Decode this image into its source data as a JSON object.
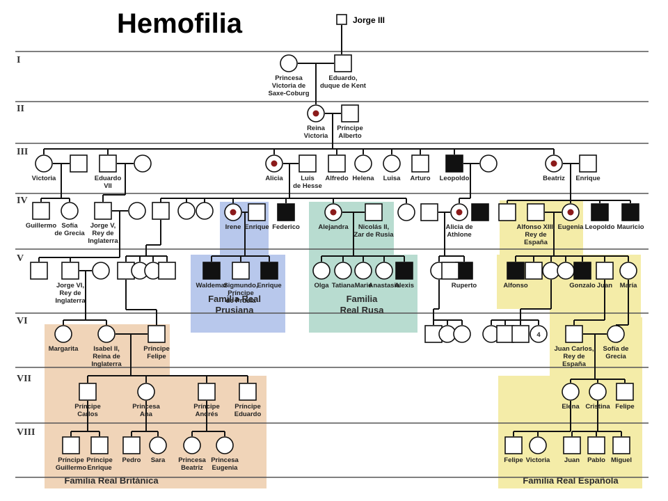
{
  "title": "Hemofilia",
  "legend": {
    "label": "Jorge III"
  },
  "colors": {
    "british_family": "#f0d4b8",
    "prussian_family": "#b8c8ec",
    "russian_family": "#b8dcd0",
    "spanish_family": "#f4eca8",
    "carrier_dot": "#8b1a1a"
  },
  "generations": [
    "I",
    "II",
    "III",
    "IV",
    "V",
    "VI",
    "VII",
    "VIII"
  ],
  "families": {
    "british": [
      "Familia Real Británica"
    ],
    "prussian": [
      "Familia Real",
      "Prusiana"
    ],
    "russian": [
      "Familia",
      "Real Rusa"
    ],
    "spanish": [
      "Familia Real Española"
    ]
  },
  "people": {
    "victoria_saxe": {
      "sex": "female",
      "status": "normal",
      "label": [
        "Princesa",
        "Victoria de",
        "Saxe-Coburg"
      ]
    },
    "eduardo_kent": {
      "sex": "male",
      "status": "normal",
      "label": [
        "Eduardo,",
        "duque de Kent"
      ]
    },
    "reina_victoria": {
      "sex": "female",
      "status": "carrier",
      "label": [
        "Reina",
        "Victoria"
      ]
    },
    "principe_alberto": {
      "sex": "male",
      "status": "normal",
      "label": [
        "Príncipe",
        "Alberto"
      ]
    },
    "victoria_iii": {
      "sex": "female",
      "status": "normal",
      "label": [
        "Victoria"
      ]
    },
    "victoria_husband": {
      "sex": "male",
      "status": "normal",
      "label": []
    },
    "eduardo_vii": {
      "sex": "male",
      "status": "normal",
      "label": [
        "Eduardo",
        "VII"
      ]
    },
    "eduardo_vii_wife": {
      "sex": "female",
      "status": "normal",
      "label": []
    },
    "alicia": {
      "sex": "female",
      "status": "carrier",
      "label": [
        "Alicia"
      ]
    },
    "luis_hesse": {
      "sex": "male",
      "status": "normal",
      "label": [
        "Luis",
        "de Hesse"
      ]
    },
    "alfredo": {
      "sex": "male",
      "status": "normal",
      "label": [
        "Alfredo"
      ]
    },
    "helena": {
      "sex": "female",
      "status": "normal",
      "label": [
        "Helena"
      ]
    },
    "luisa": {
      "sex": "female",
      "status": "normal",
      "label": [
        "Luisa"
      ]
    },
    "arturo": {
      "sex": "male",
      "status": "normal",
      "label": [
        "Arturo"
      ]
    },
    "leopoldo_iii": {
      "sex": "male",
      "status": "affected",
      "label": [
        "Leopoldo"
      ]
    },
    "leopoldo_wife": {
      "sex": "female",
      "status": "normal",
      "label": []
    },
    "beatriz": {
      "sex": "female",
      "status": "carrier",
      "label": [
        "Beatriz"
      ]
    },
    "enrique_iii": {
      "sex": "male",
      "status": "normal",
      "label": [
        "Enrique"
      ]
    },
    "guillermo": {
      "sex": "male",
      "status": "normal",
      "label": [
        "Guillermo"
      ]
    },
    "sofia_grecia_iv": {
      "sex": "female",
      "status": "normal",
      "label": [
        "Sofía",
        "de Grecia"
      ]
    },
    "jorge_v": {
      "sex": "male",
      "status": "normal",
      "label": [
        "Jorge V,",
        "Rey de",
        "Inglaterra"
      ]
    },
    "jorge_v_wife": {
      "sex": "female",
      "status": "normal",
      "label": []
    },
    "hesse_son1": {
      "sex": "male",
      "status": "normal",
      "label": []
    },
    "hesse_dau1": {
      "sex": "female",
      "status": "normal",
      "label": []
    },
    "hesse_dau2": {
      "sex": "female",
      "status": "normal",
      "label": []
    },
    "irene": {
      "sex": "female",
      "status": "carrier",
      "label": [
        "Irene"
      ]
    },
    "enrique_iv": {
      "sex": "male",
      "status": "normal",
      "label": [
        "Enrique"
      ]
    },
    "federico": {
      "sex": "male",
      "status": "affected",
      "label": [
        "Federico"
      ]
    },
    "alejandra": {
      "sex": "female",
      "status": "carrier",
      "label": [
        "Alejandra"
      ]
    },
    "nicolas_ii": {
      "sex": "male",
      "status": "normal",
      "label": [
        "Nicolás II,",
        "Zar de Rusia"
      ]
    },
    "hesse_dau3": {
      "sex": "female",
      "status": "normal",
      "label": []
    },
    "athlone_husband": {
      "sex": "male",
      "status": "normal",
      "label": []
    },
    "alicia_athlone": {
      "sex": "female",
      "status": "carrier",
      "label": [
        "Alicia de",
        "Athlone"
      ]
    },
    "beatriz_son_aff": {
      "sex": "male",
      "status": "affected",
      "label": []
    },
    "beatriz_son1": {
      "sex": "male",
      "status": "normal",
      "label": []
    },
    "alfonso_xiii": {
      "sex": "male",
      "status": "normal",
      "label": [
        "Alfonso XIII,",
        "Rey de",
        "España"
      ]
    },
    "eugenia": {
      "sex": "female",
      "status": "carrier",
      "label": [
        "Eugenia"
      ]
    },
    "leopoldo_iv": {
      "sex": "male",
      "status": "affected",
      "label": [
        "Leopoldo"
      ]
    },
    "mauricio": {
      "sex": "male",
      "status": "affected",
      "label": [
        "Mauricio"
      ]
    },
    "jorge_v_son1": {
      "sex": "male",
      "status": "normal",
      "label": []
    },
    "jorge_vi": {
      "sex": "male",
      "status": "normal",
      "label": [
        "Jorge VI,",
        "Rey de",
        "Inglaterra"
      ]
    },
    "jorge_vi_wife": {
      "sex": "female",
      "status": "normal",
      "label": []
    },
    "v_m1": {
      "sex": "male",
      "status": "normal",
      "label": []
    },
    "v_f1": {
      "sex": "female",
      "status": "normal",
      "label": []
    },
    "v_f2": {
      "sex": "female",
      "status": "normal",
      "label": []
    },
    "v_m2": {
      "sex": "male",
      "status": "normal",
      "label": []
    },
    "v_m3": {
      "sex": "male",
      "status": "normal",
      "label": []
    },
    "waldemar": {
      "sex": "male",
      "status": "affected",
      "label": [
        "Waldemar"
      ]
    },
    "sigmundo": {
      "sex": "male",
      "status": "normal",
      "label": [
        "Sigmundo,",
        "Príncipe",
        "de Prusia"
      ]
    },
    "enrique_v": {
      "sex": "male",
      "status": "affected",
      "label": [
        "Enrique"
      ]
    },
    "olga": {
      "sex": "female",
      "status": "normal",
      "label": [
        "Olga"
      ]
    },
    "tatiana": {
      "sex": "female",
      "status": "normal",
      "label": [
        "Tatiana"
      ]
    },
    "marie": {
      "sex": "female",
      "status": "normal",
      "label": [
        "Marie"
      ]
    },
    "anastasia": {
      "sex": "female",
      "status": "normal",
      "label": [
        "Anastasia"
      ]
    },
    "alexis": {
      "sex": "male",
      "status": "affected",
      "label": [
        "Alexis"
      ]
    },
    "athlone_v_f": {
      "sex": "female",
      "status": "normal",
      "label": []
    },
    "ruperto": {
      "sex": "male",
      "status": "affected",
      "label": [
        "Ruperto"
      ]
    },
    "athlone_v_m": {
      "sex": "male",
      "status": "normal",
      "label": []
    },
    "alfonso_v": {
      "sex": "male",
      "status": "affected",
      "label": [
        "Alfonso"
      ]
    },
    "spain_v_m1": {
      "sex": "male",
      "status": "normal",
      "label": []
    },
    "spain_v_f1": {
      "sex": "female",
      "status": "normal",
      "label": []
    },
    "spain_v_f2": {
      "sex": "female",
      "status": "normal",
      "label": []
    },
    "gonzalo": {
      "sex": "male",
      "status": "affected",
      "label": [
        "Gonzalo"
      ]
    },
    "juan_v": {
      "sex": "male",
      "status": "normal",
      "label": [
        "Juan"
      ]
    },
    "maria_v": {
      "sex": "female",
      "status": "normal",
      "label": [
        "María"
      ]
    },
    "margarita": {
      "sex": "female",
      "status": "normal",
      "label": [
        "Margarita"
      ]
    },
    "isabel_ii": {
      "sex": "female",
      "status": "normal",
      "label": [
        "Isabel II,",
        "Reina de",
        "Inglaterra"
      ]
    },
    "principe_felipe": {
      "sex": "male",
      "status": "normal",
      "label": [
        "Príncipe",
        "Felipe"
      ]
    },
    "athlone_vi_m1": {
      "sex": "male",
      "status": "normal",
      "label": []
    },
    "athlone_vi_f1": {
      "sex": "female",
      "status": "normal",
      "label": []
    },
    "athlone_vi_f2": {
      "sex": "female",
      "status": "normal",
      "label": []
    },
    "spain_vi_f1": {
      "sex": "female",
      "status": "normal",
      "label": []
    },
    "spain_vi_m1": {
      "sex": "male",
      "status": "normal",
      "label": []
    },
    "spain_vi_m2": {
      "sex": "male",
      "status": "normal",
      "label": []
    },
    "spain_vi_four": {
      "sex": "female",
      "status": "normal",
      "label": [],
      "count": "4"
    },
    "juan_carlos": {
      "sex": "male",
      "status": "normal",
      "label": [
        "Juan Carlos,",
        "Rey de",
        "España"
      ]
    },
    "sofia_grecia_vi": {
      "sex": "female",
      "status": "normal",
      "label": [
        "Sofía de",
        "Grecia"
      ]
    },
    "principe_carlos": {
      "sex": "male",
      "status": "normal",
      "label": [
        "Príncipe",
        "Carlos"
      ]
    },
    "princesa_ana": {
      "sex": "female",
      "status": "normal",
      "label": [
        "Princesa",
        "Ana"
      ]
    },
    "principe_andres": {
      "sex": "male",
      "status": "normal",
      "label": [
        "Príncipe",
        "Andrés"
      ]
    },
    "principe_eduardo": {
      "sex": "male",
      "status": "normal",
      "label": [
        "Príncipe",
        "Eduardo"
      ]
    },
    "elena": {
      "sex": "female",
      "status": "normal",
      "label": [
        "Elena"
      ]
    },
    "cristina": {
      "sex": "female",
      "status": "normal",
      "label": [
        "Cristina"
      ]
    },
    "felipe_vii": {
      "sex": "male",
      "status": "normal",
      "label": [
        "Felipe"
      ]
    },
    "principe_guillermo": {
      "sex": "male",
      "status": "normal",
      "label": [
        "Príncipe",
        "Guillermo"
      ]
    },
    "principe_enrique": {
      "sex": "male",
      "status": "normal",
      "label": [
        "Príncipe",
        "Enrique"
      ]
    },
    "pedro": {
      "sex": "male",
      "status": "normal",
      "label": [
        "Pedro"
      ]
    },
    "sara": {
      "sex": "female",
      "status": "normal",
      "label": [
        "Sara"
      ]
    },
    "princesa_beatriz": {
      "sex": "female",
      "status": "normal",
      "label": [
        "Princesa",
        "Beatriz"
      ]
    },
    "princesa_eugenia": {
      "sex": "female",
      "status": "normal",
      "label": [
        "Princesa",
        "Eugenia"
      ]
    },
    "felipe_viii": {
      "sex": "male",
      "status": "normal",
      "label": [
        "Felipe"
      ]
    },
    "victoria_viii": {
      "sex": "female",
      "status": "normal",
      "label": [
        "Victoria"
      ]
    },
    "juan_viii": {
      "sex": "male",
      "status": "normal",
      "label": [
        "Juan"
      ]
    },
    "pablo": {
      "sex": "male",
      "status": "normal",
      "label": [
        "Pablo"
      ]
    },
    "miguel": {
      "sex": "male",
      "status": "normal",
      "label": [
        "Miguel"
      ]
    }
  }
}
